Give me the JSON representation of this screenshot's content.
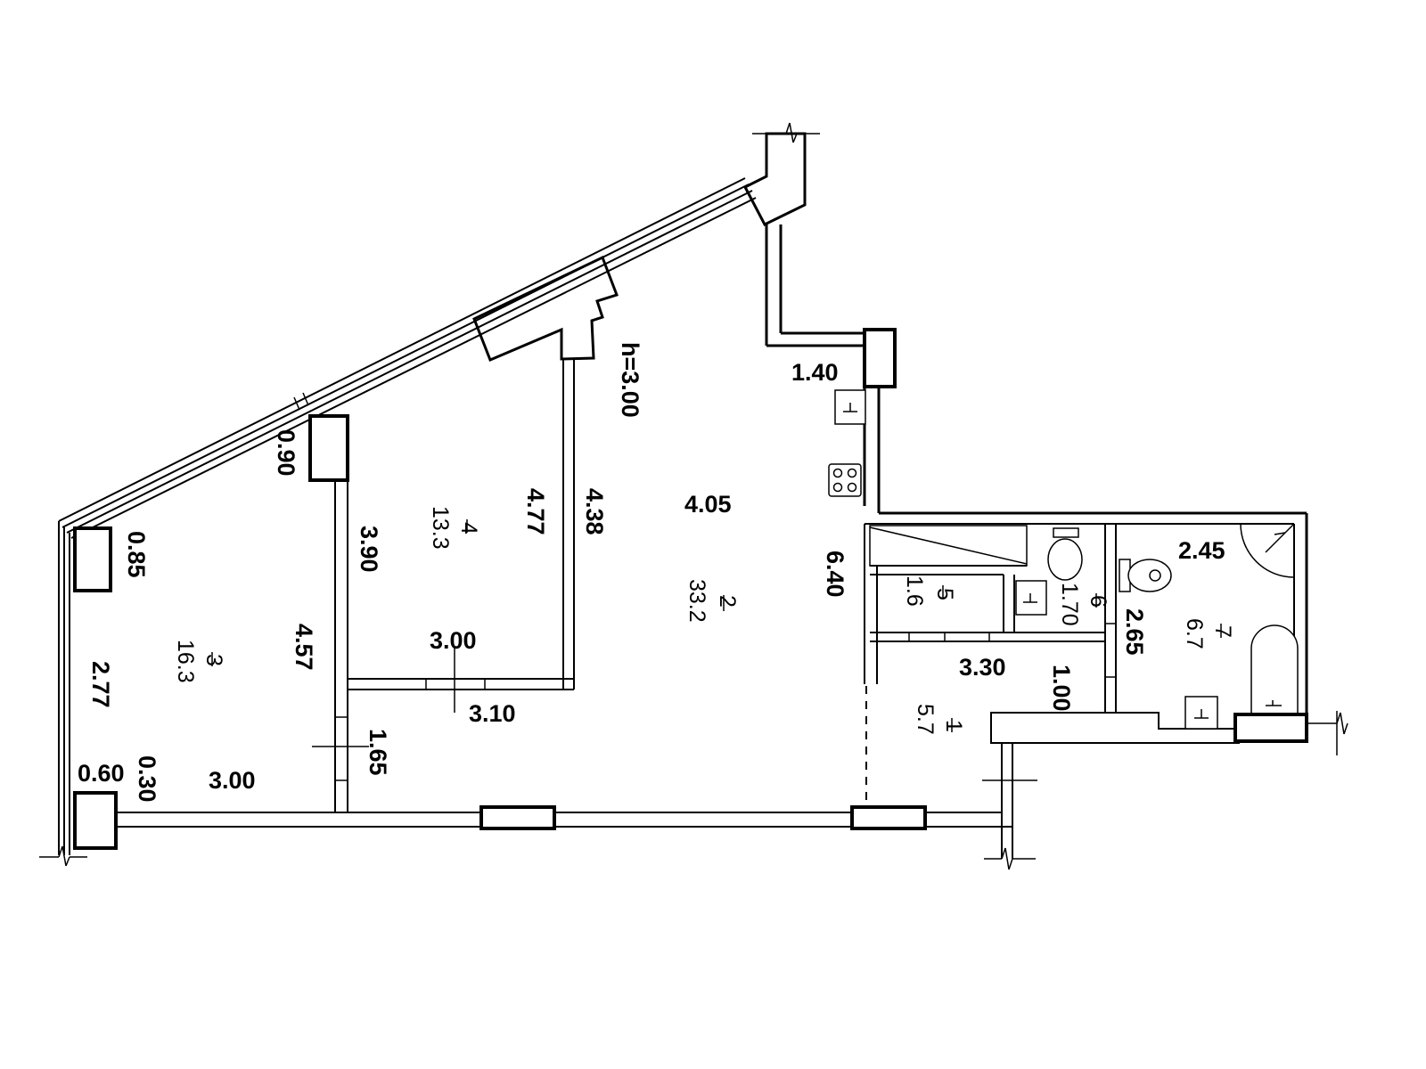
{
  "plan": {
    "ceiling_height": "h=3.00",
    "rooms": [
      {
        "number": "1",
        "area": "5.7"
      },
      {
        "number": "2",
        "area": "33.2"
      },
      {
        "number": "3",
        "area": "16.3"
      },
      {
        "number": "4",
        "area": "13.3"
      },
      {
        "number": "5",
        "area": "1.6"
      },
      {
        "number": "6",
        "area": "1.70"
      },
      {
        "number": "7",
        "area": "6.7"
      }
    ],
    "dimensions": {
      "d_1_40": "1.40",
      "d_0_90": "0.90",
      "d_0_85": "0.85",
      "d_2_77": "2.77",
      "d_0_60": "0.60",
      "d_0_30": "0.30",
      "d_3_00_bottom": "3.00",
      "d_4_57": "4.57",
      "d_3_90": "3.90",
      "d_1_65": "1.65",
      "d_4_77": "4.77",
      "d_4_38": "4.38",
      "d_3_00_mid": "3.00",
      "d_3_10": "3.10",
      "d_4_05": "4.05",
      "d_6_40": "6.40",
      "d_3_30": "3.30",
      "d_1_00": "1.00",
      "d_2_45": "2.45",
      "d_2_65": "2.65"
    }
  }
}
